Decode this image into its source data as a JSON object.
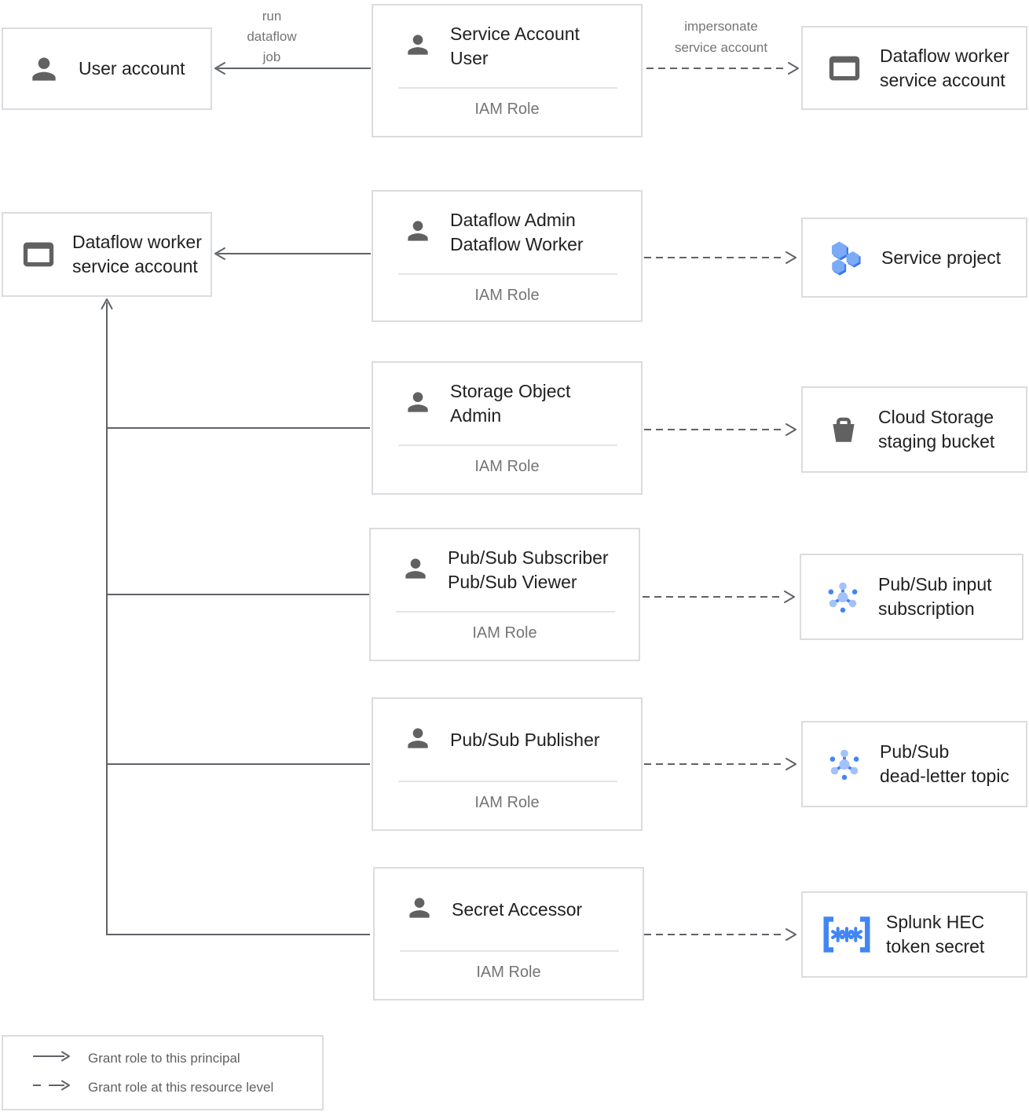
{
  "diagram": {
    "edge_labels": {
      "run_dataflow_job": {
        "lines": [
          "run",
          "dataflow",
          "job"
        ]
      },
      "impersonate_service_account": {
        "lines": [
          "impersonate",
          "service account"
        ]
      }
    },
    "principals": [
      {
        "icon": "person-icon",
        "lines": [
          "User account"
        ]
      },
      {
        "icon": "service-account-card-icon",
        "lines": [
          "Dataflow worker",
          "service account"
        ]
      }
    ],
    "iam_roles": [
      {
        "icon": "person-icon",
        "titles": [
          "Service Account User"
        ],
        "footer": "IAM Role"
      },
      {
        "icon": "person-icon",
        "titles": [
          "Dataflow Admin",
          "Dataflow Worker"
        ],
        "footer": "IAM Role"
      },
      {
        "icon": "person-icon",
        "titles": [
          "Storage Object Admin"
        ],
        "footer": "IAM Role"
      },
      {
        "icon": "person-icon",
        "titles": [
          "Pub/Sub Subscriber",
          "Pub/Sub Viewer"
        ],
        "footer": "IAM Role"
      },
      {
        "icon": "person-icon",
        "titles": [
          "Pub/Sub Publisher"
        ],
        "footer": "IAM Role"
      },
      {
        "icon": "person-icon",
        "titles": [
          "Secret Accessor"
        ],
        "footer": "IAM Role"
      }
    ],
    "resources": [
      {
        "icon": "service-account-card-icon",
        "lines": [
          "Dataflow worker",
          "service account"
        ]
      },
      {
        "icon": "project-hexagons-icon",
        "lines": [
          "Service project"
        ]
      },
      {
        "icon": "storage-bucket-icon",
        "lines": [
          "Cloud Storage",
          "staging bucket"
        ]
      },
      {
        "icon": "pubsub-icon",
        "lines": [
          "Pub/Sub input",
          "subscription"
        ]
      },
      {
        "icon": "pubsub-icon",
        "lines": [
          "Pub/Sub",
          "dead-letter topic"
        ]
      },
      {
        "icon": "secret-brackets-icon",
        "lines": [
          "Splunk HEC",
          "token secret"
        ]
      }
    ],
    "legend": [
      {
        "style": "solid-arrow",
        "label": "Grant role to this principal"
      },
      {
        "style": "dashed-arrow",
        "label": "Grant role at this resource level"
      }
    ],
    "colors": {
      "connector_line": "#5f6368",
      "box_border": "#dadce0",
      "title_text": "#212121",
      "muted_text": "#757575",
      "icon_gray": "#616161",
      "blue": "#4285f4",
      "blue_light": "#a3c2f9",
      "hexagon_light": "#7baaf7",
      "hexagon_dark": "#3b78e7"
    }
  }
}
